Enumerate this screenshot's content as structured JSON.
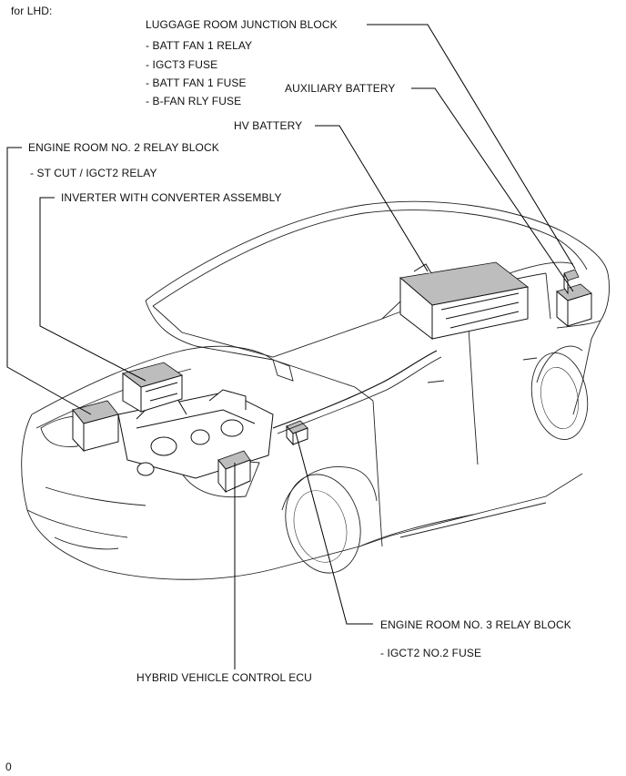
{
  "header": {
    "region": "for LHD:"
  },
  "labels": {
    "luggage_room_junction_block": {
      "title": "LUGGAGE ROOM JUNCTION BLOCK",
      "items": [
        "- BATT FAN 1 RELAY",
        "- IGCT3 FUSE",
        "- BATT FAN 1 FUSE",
        "- B-FAN RLY FUSE"
      ]
    },
    "auxiliary_battery": {
      "title": "AUXILIARY BATTERY"
    },
    "hv_battery": {
      "title": "HV BATTERY"
    },
    "engine_room_no2_relay_block": {
      "title": "ENGINE ROOM NO. 2 RELAY BLOCK",
      "items": [
        "- ST CUT / IGCT2 RELAY"
      ]
    },
    "inverter_with_converter_assembly": {
      "title": "INVERTER WITH CONVERTER ASSEMBLY"
    },
    "engine_room_no3_relay_block": {
      "title": "ENGINE ROOM NO. 3 RELAY BLOCK",
      "items": [
        "- IGCT2 NO.2 FUSE"
      ]
    },
    "hybrid_vehicle_control_ecu": {
      "title": "HYBRID VEHICLE CONTROL ECU"
    }
  },
  "footer": {
    "code": "0"
  }
}
